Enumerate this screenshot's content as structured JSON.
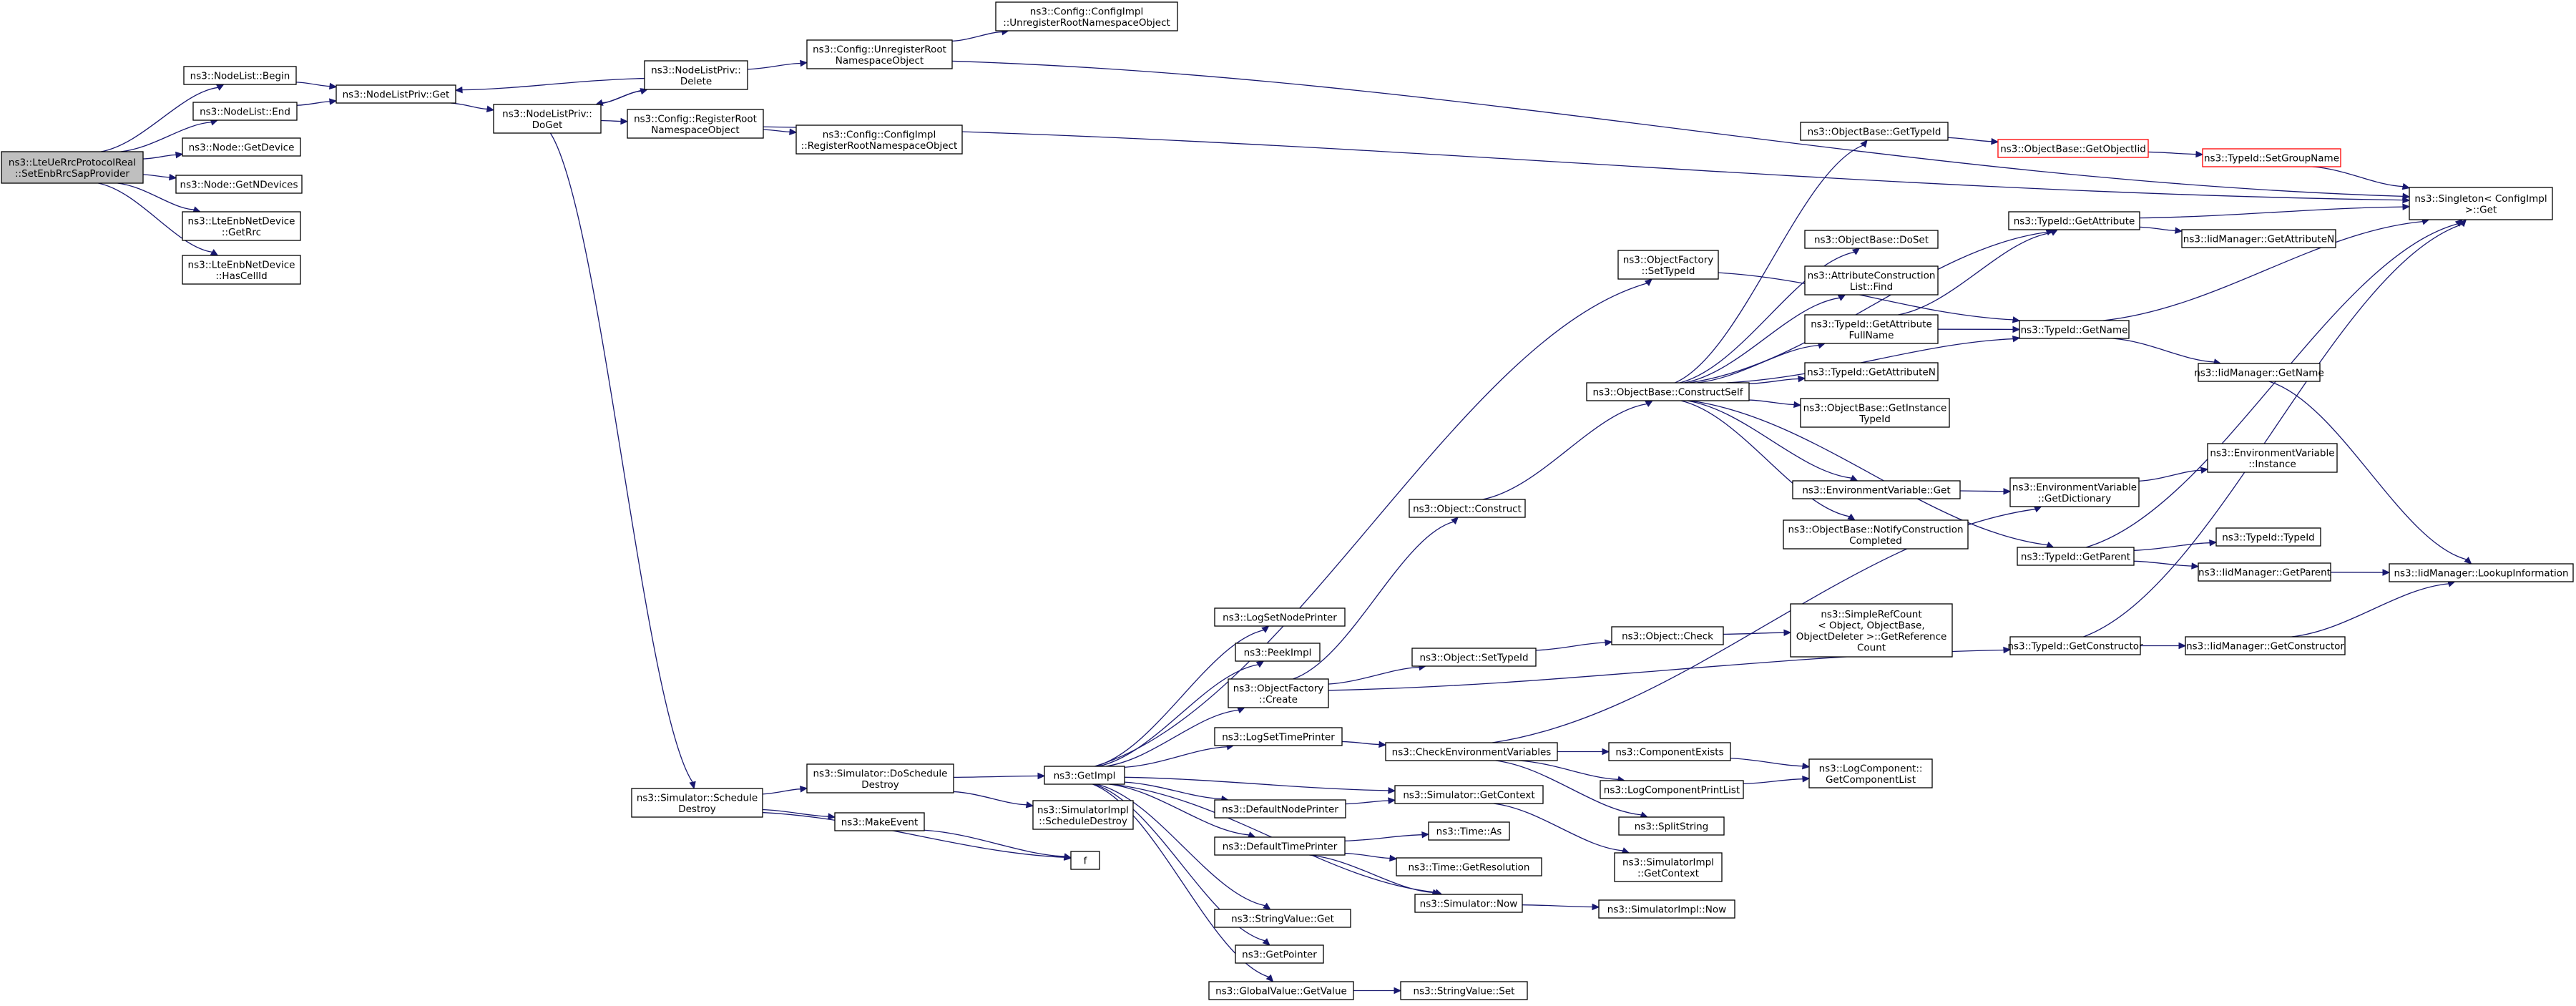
{
  "diagram": {
    "type": "call-graph",
    "colors": {
      "edge": "#191970",
      "root_fill": "#bfbfbf",
      "node_border": "#000000",
      "highlight_border": "#ff0000"
    },
    "nodes": [
      {
        "id": "root",
        "lines": [
          "ns3::LteUeRrcProtocolReal",
          "::SetEnbRrcSapProvider"
        ],
        "style": "root"
      },
      {
        "id": "nlBegin",
        "lines": [
          "ns3::NodeList::Begin"
        ]
      },
      {
        "id": "nlEnd",
        "lines": [
          "ns3::NodeList::End"
        ]
      },
      {
        "id": "nodeGetDevice",
        "lines": [
          "ns3::Node::GetDevice"
        ]
      },
      {
        "id": "nodeGetNDevices",
        "lines": [
          "ns3::Node::GetNDevices"
        ]
      },
      {
        "id": "lteGetRrc",
        "lines": [
          "ns3::LteEnbNetDevice",
          "::GetRrc"
        ]
      },
      {
        "id": "lteHasCellId",
        "lines": [
          "ns3::LteEnbNetDevice",
          "::HasCellId"
        ]
      },
      {
        "id": "nlpGet",
        "lines": [
          "ns3::NodeListPriv::Get"
        ]
      },
      {
        "id": "nlpDoGet",
        "lines": [
          "ns3::NodeListPriv::",
          "DoGet"
        ]
      },
      {
        "id": "nlpDelete",
        "lines": [
          "ns3::NodeListPriv::",
          "Delete"
        ]
      },
      {
        "id": "cfgUnreg",
        "lines": [
          "ns3::Config::UnregisterRoot",
          "NamespaceObject"
        ]
      },
      {
        "id": "cfgImplUnreg",
        "lines": [
          "ns3::Config::ConfigImpl",
          "::UnregisterRootNamespaceObject"
        ]
      },
      {
        "id": "cfgReg",
        "lines": [
          "ns3::Config::RegisterRoot",
          "NamespaceObject"
        ]
      },
      {
        "id": "cfgImplReg",
        "lines": [
          "ns3::Config::ConfigImpl",
          "::RegisterRootNamespaceObject"
        ]
      },
      {
        "id": "singletonGet",
        "lines": [
          "ns3::Singleton< ConfigImpl",
          " >::Get"
        ]
      },
      {
        "id": "simScheduleDestroy",
        "lines": [
          "ns3::Simulator::Schedule",
          "Destroy"
        ]
      },
      {
        "id": "simDoScheduleDestroy",
        "lines": [
          "ns3::Simulator::DoSchedule",
          "Destroy"
        ]
      },
      {
        "id": "makeEvent",
        "lines": [
          "ns3::MakeEvent"
        ]
      },
      {
        "id": "f",
        "lines": [
          "f"
        ]
      },
      {
        "id": "simImplScheduleDestroy",
        "lines": [
          "ns3::SimulatorImpl",
          "::ScheduleDestroy"
        ]
      },
      {
        "id": "getImpl",
        "lines": [
          "ns3::GetImpl"
        ]
      },
      {
        "id": "logSetNodePrinter",
        "lines": [
          "ns3::LogSetNodePrinter"
        ]
      },
      {
        "id": "peekImpl",
        "lines": [
          "ns3::PeekImpl"
        ]
      },
      {
        "id": "objFactoryCreate",
        "lines": [
          "ns3::ObjectFactory",
          "::Create"
        ]
      },
      {
        "id": "logSetTimePrinter",
        "lines": [
          "ns3::LogSetTimePrinter"
        ]
      },
      {
        "id": "defaultNodePrinter",
        "lines": [
          "ns3::DefaultNodePrinter"
        ]
      },
      {
        "id": "defaultTimePrinter",
        "lines": [
          "ns3::DefaultTimePrinter"
        ]
      },
      {
        "id": "stringValueGet",
        "lines": [
          "ns3::StringValue::Get"
        ]
      },
      {
        "id": "getPointer",
        "lines": [
          "ns3::GetPointer"
        ]
      },
      {
        "id": "globalValueGetValue",
        "lines": [
          "ns3::GlobalValue::GetValue"
        ]
      },
      {
        "id": "stringValueSet",
        "lines": [
          "ns3::StringValue::Set"
        ]
      },
      {
        "id": "objConstruct",
        "lines": [
          "ns3::Object::Construct"
        ]
      },
      {
        "id": "objSetTypeId",
        "lines": [
          "ns3::Object::SetTypeId"
        ]
      },
      {
        "id": "objCheck",
        "lines": [
          "ns3::Object::Check"
        ]
      },
      {
        "id": "simpleRefCount",
        "lines": [
          "ns3::SimpleRefCount",
          "< Object, ObjectBase,",
          "ObjectDeleter >::GetReference",
          "Count"
        ]
      },
      {
        "id": "checkEnvVars",
        "lines": [
          "ns3::CheckEnvironmentVariables"
        ]
      },
      {
        "id": "simGetContext",
        "lines": [
          "ns3::Simulator::GetContext"
        ]
      },
      {
        "id": "simImplGetContext",
        "lines": [
          "ns3::SimulatorImpl",
          "::GetContext"
        ]
      },
      {
        "id": "timeAs",
        "lines": [
          "ns3::Time::As"
        ]
      },
      {
        "id": "timeGetResolution",
        "lines": [
          "ns3::Time::GetResolution"
        ]
      },
      {
        "id": "simNow",
        "lines": [
          "ns3::Simulator::Now"
        ]
      },
      {
        "id": "simImplNow",
        "lines": [
          "ns3::SimulatorImpl::Now"
        ]
      },
      {
        "id": "componentExists",
        "lines": [
          "ns3::ComponentExists"
        ]
      },
      {
        "id": "logCompPrintList",
        "lines": [
          "ns3::LogComponentPrintList"
        ]
      },
      {
        "id": "splitString",
        "lines": [
          "ns3::SplitString"
        ]
      },
      {
        "id": "logCompGetList",
        "lines": [
          "ns3::LogComponent::",
          "GetComponentList"
        ]
      },
      {
        "id": "objFactorySetTypeId",
        "lines": [
          "ns3::ObjectFactory",
          "::SetTypeId"
        ]
      },
      {
        "id": "objBaseConstructSelf",
        "lines": [
          "ns3::ObjectBase::ConstructSelf"
        ]
      },
      {
        "id": "objBaseGetTypeId",
        "lines": [
          "ns3::ObjectBase::GetTypeId"
        ]
      },
      {
        "id": "objBaseGetObjectIid",
        "lines": [
          "ns3::ObjectBase::GetObjectIid"
        ],
        "style": "red"
      },
      {
        "id": "typeIdSetGroupName",
        "lines": [
          "ns3::TypeId::SetGroupName"
        ],
        "style": "red"
      },
      {
        "id": "objBaseDoSet",
        "lines": [
          "ns3::ObjectBase::DoSet"
        ]
      },
      {
        "id": "attrConstrListFind",
        "lines": [
          "ns3::AttributeConstruction",
          "List::Find"
        ]
      },
      {
        "id": "typeIdGetAttrFullName",
        "lines": [
          "ns3::TypeId::GetAttribute",
          "FullName"
        ]
      },
      {
        "id": "typeIdGetAttrN",
        "lines": [
          "ns3::TypeId::GetAttributeN"
        ]
      },
      {
        "id": "objBaseGetInstanceTypeId",
        "lines": [
          "ns3::ObjectBase::GetInstance",
          "TypeId"
        ]
      },
      {
        "id": "envVarGet",
        "lines": [
          "ns3::EnvironmentVariable::Get"
        ]
      },
      {
        "id": "objBaseNotifyConstr",
        "lines": [
          "ns3::ObjectBase::NotifyConstruction",
          "Completed"
        ]
      },
      {
        "id": "typeIdGetAttribute",
        "lines": [
          "ns3::TypeId::GetAttribute"
        ]
      },
      {
        "id": "typeIdGetName",
        "lines": [
          "ns3::TypeId::GetName"
        ]
      },
      {
        "id": "envVarGetDict",
        "lines": [
          "ns3::EnvironmentVariable",
          "::GetDictionary"
        ]
      },
      {
        "id": "typeIdGetParent",
        "lines": [
          "ns3::TypeId::GetParent"
        ]
      },
      {
        "id": "typeIdGetConstructor",
        "lines": [
          "ns3::TypeId::GetConstructor"
        ]
      },
      {
        "id": "iidMgrGetAttrN",
        "lines": [
          "ns3::IidManager::GetAttributeN"
        ]
      },
      {
        "id": "iidMgrGetName",
        "lines": [
          "ns3::IidManager::GetName"
        ]
      },
      {
        "id": "envVarInstance",
        "lines": [
          "ns3::EnvironmentVariable",
          "::Instance"
        ]
      },
      {
        "id": "typeIdTypeId",
        "lines": [
          "ns3::TypeId::TypeId"
        ]
      },
      {
        "id": "iidMgrGetParent",
        "lines": [
          "ns3::IidManager::GetParent"
        ]
      },
      {
        "id": "iidMgrLookup",
        "lines": [
          "ns3::IidManager::LookupInformation"
        ]
      },
      {
        "id": "iidMgrGetConstructor",
        "lines": [
          "ns3::IidManager::GetConstructor"
        ]
      }
    ]
  }
}
